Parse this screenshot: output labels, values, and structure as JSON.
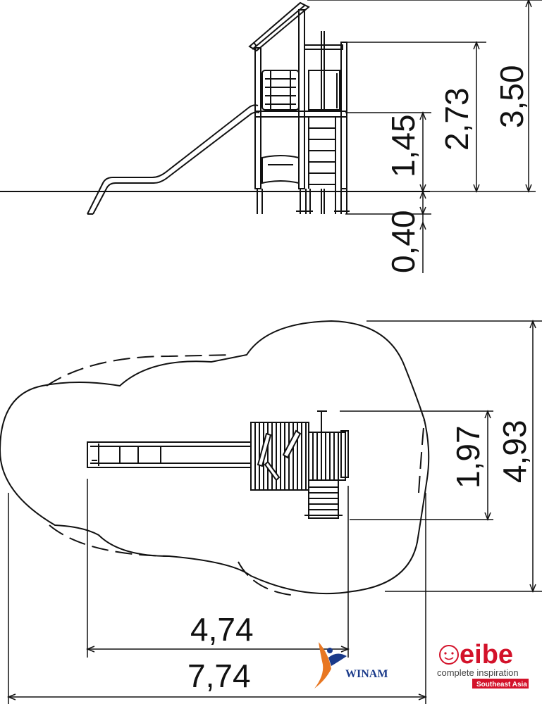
{
  "side_view": {
    "dimensions": {
      "total_height": "3,50",
      "roof_height": "2,73",
      "platform_height": "1,45",
      "foundation_depth": "0,40"
    }
  },
  "top_view": {
    "dimensions": {
      "safety_zone_depth": "4,93",
      "structure_depth": "1,97",
      "structure_length": "4,74",
      "safety_zone_length": "7,74"
    }
  },
  "logos": {
    "winam": "WINAM",
    "eibe": {
      "name": "eibe",
      "tagline": "complete inspiration",
      "region": "Southeast Asia",
      "color": "#d3122a"
    },
    "winam_colors": {
      "blue": "#1a3a8a",
      "orange": "#e87722"
    }
  }
}
